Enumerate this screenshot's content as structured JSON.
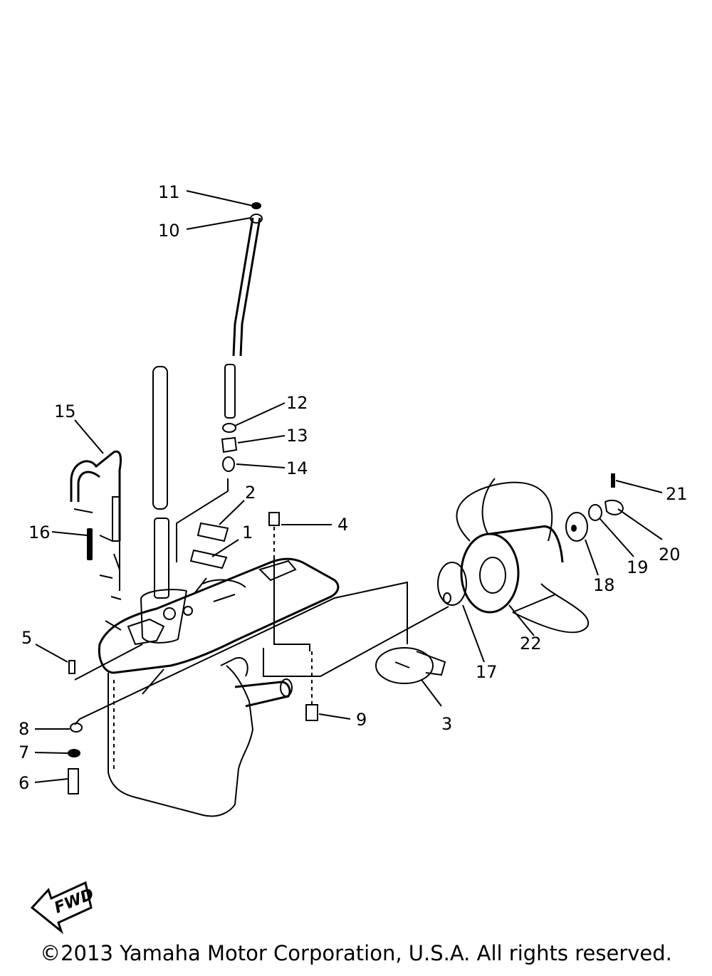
{
  "callouts": {
    "c1": "1",
    "c2": "2",
    "c3": "3",
    "c4": "4",
    "c5": "5",
    "c6": "6",
    "c7": "7",
    "c8": "8",
    "c9": "9",
    "c10": "10",
    "c11": "11",
    "c12": "12",
    "c13": "13",
    "c14": "14",
    "c15": "15",
    "c16": "16",
    "c17": "17",
    "c18": "18",
    "c19": "19",
    "c20": "20",
    "c21": "21",
    "c22": "22"
  },
  "fwd_label": "FWD",
  "copyright": "©2013 Yamaha Motor Corporation, U.S.A. All rights reserved."
}
